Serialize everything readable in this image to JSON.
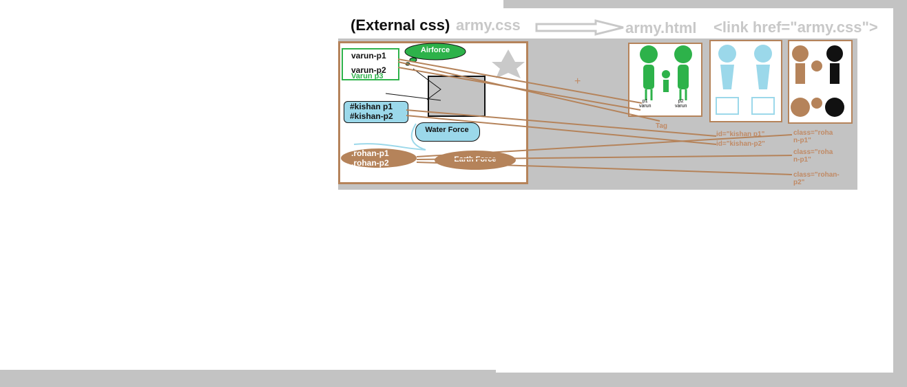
{
  "header": {
    "external_css": "(External css)",
    "css_file": "army.css",
    "html_file": "army.html",
    "link_tag": "<link href=\"army.css\">"
  },
  "css_panel": {
    "varun_p1": "varun-p1",
    "varun_p2": "varun-p2",
    "varun_p3": "Varun p3",
    "airforce": "Airforce",
    "kishan_p1": "#kishan p1",
    "kishan_p2": "#kishan-p2",
    "water_force": "Water Force",
    "rohan_p1": ".rohan-p1",
    "rohan_p2": ".rohan-p2",
    "earth_force": "Earth Force"
  },
  "html_panel": {
    "plus": "+",
    "tag": "Tag",
    "id_kishan_p1": "id=\"kishan p1\"",
    "id_kishan_p2": "id=\"kishan-p2\"",
    "class_rohan_p1_a": "class=\"roha\nn-p1\"",
    "class_rohan_p1_b": "class=\"roha\nn-p1\"",
    "class_rohan_p2": "class=\"rohan-\np2\"",
    "card1_p1": "p1\nvarun",
    "card1_p2": "p2\nvarun"
  },
  "colors": {
    "green": "#2db24a",
    "blue": "#9bd8ea",
    "brown": "#b5835a",
    "gray": "#c3c3c3"
  }
}
